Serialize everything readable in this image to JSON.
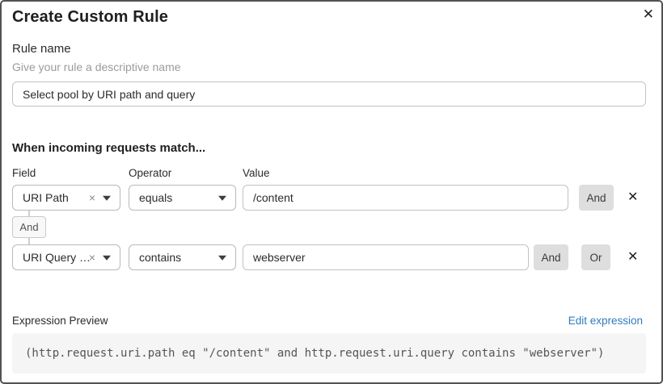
{
  "dialog": {
    "title": "Create Custom Rule"
  },
  "icons": {
    "close": "✕",
    "clear": "×",
    "delete": "✕"
  },
  "rule_name": {
    "label": "Rule name",
    "helper": "Give your rule a descriptive name",
    "value": "Select pool by URI path and query"
  },
  "match_section": {
    "heading": "When incoming requests match...",
    "columns": {
      "field": "Field",
      "operator": "Operator",
      "value": "Value"
    },
    "rows": [
      {
        "field": "URI Path",
        "operator": "equals",
        "value": "/content",
        "and_label": "And"
      },
      {
        "field": "URI Query St...",
        "operator": "contains",
        "value": "webserver",
        "and_label": "And",
        "or_label": "Or"
      }
    ],
    "connector_label": "And"
  },
  "expression_preview": {
    "label": "Expression Preview",
    "edit_link": "Edit expression",
    "expression": "(http.request.uri.path eq \"/content\" and http.request.uri.query contains \"webserver\")"
  },
  "colors": {
    "link_blue": "#2f7bbf",
    "button_gray": "#dedede",
    "code_bg": "#f5f5f5",
    "dialog_border": "#525252"
  }
}
